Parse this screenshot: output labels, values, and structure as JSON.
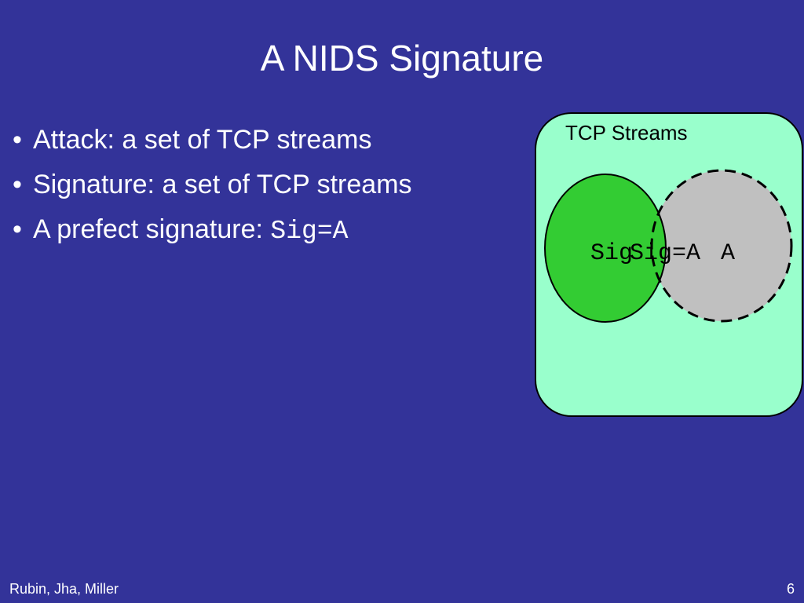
{
  "slide": {
    "title": "A NIDS Signature",
    "bullets": [
      {
        "text": "Attack: a set of TCP streams",
        "code": ""
      },
      {
        "text": "Signature: a set of TCP streams",
        "code": ""
      },
      {
        "text": "A prefect signature: ",
        "code": "Sig=A"
      }
    ],
    "bullet_glyph": "•"
  },
  "diagram": {
    "universe_label": "TCP Streams",
    "sig_label": "Sig",
    "overlap_label": "Sig=A",
    "attack_label": "A",
    "colors": {
      "universe_fill": "#99ffcc",
      "sig_fill": "#33cc33",
      "attack_fill": "#c0c0c0",
      "background": "#333399"
    }
  },
  "footer": {
    "authors": "Rubin, Jha, Miller",
    "page_number": "6"
  }
}
